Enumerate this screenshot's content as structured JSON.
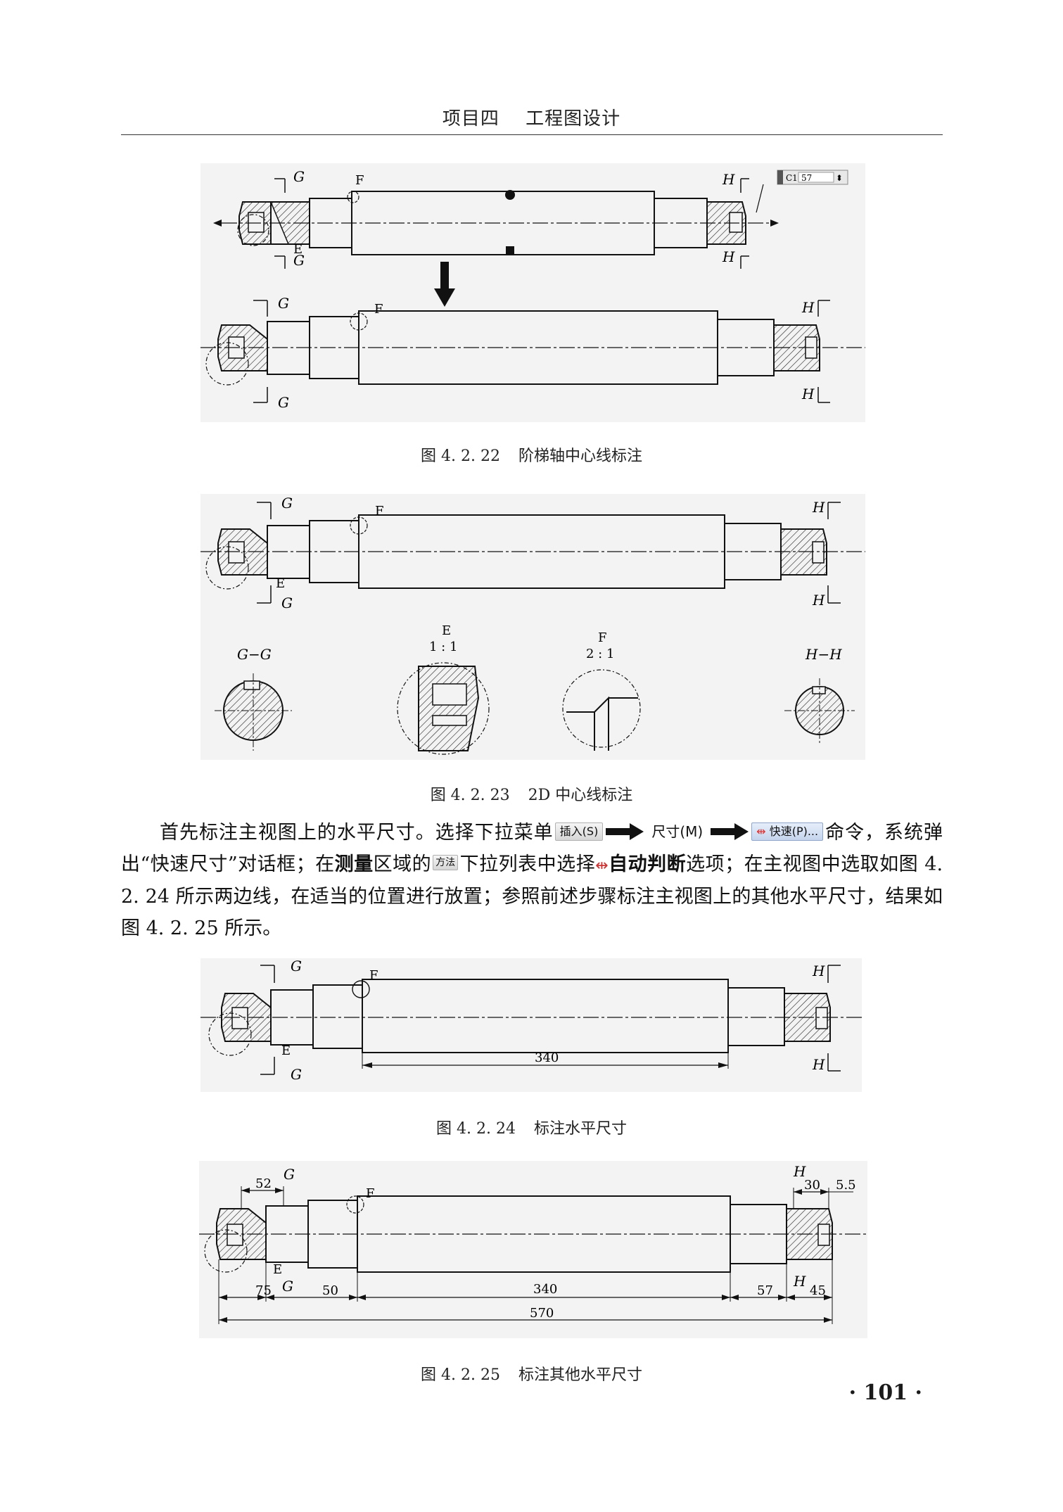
{
  "header": {
    "part1": "项目四",
    "part2": "工程图设计"
  },
  "figures": {
    "fig22": {
      "number": "图 4. 2. 22",
      "title": "阶梯轴中心线标注"
    },
    "fig23": {
      "number": "图 4. 2. 23",
      "title": "2D 中心线标注"
    },
    "fig24": {
      "number": "图 4. 2. 24",
      "title": "标注水平尺寸"
    },
    "fig25": {
      "number": "图 4. 2. 25",
      "title": "标注其他水平尺寸"
    }
  },
  "labels": {
    "G": "G",
    "H": "H",
    "E": "E",
    "F": "F",
    "section_gg": "G−G",
    "section_hh": "H−H",
    "scale_e": "1 : 1",
    "scale_f": "2 : 1",
    "spin_label": "C1",
    "spin_value": "57"
  },
  "dimensions": {
    "d340": "340",
    "d52": "52",
    "d30": "30",
    "d5_5": "5.5",
    "d75": "75",
    "d50": "50",
    "d57": "57",
    "d45": "45",
    "d570": "570"
  },
  "paragraph": {
    "t1": "首先标注主视图上的水平尺寸。选择下拉菜单",
    "menu_insert": "插入(S)",
    "menu_dim": "尺寸(M)",
    "menu_quick": "快速(P)...",
    "t2": "命令，系统弹出“快速尺寸”对话框；在",
    "measure": "测量",
    "t3": "区域的",
    "method": "方法",
    "t4": "下拉列表中选择",
    "auto": "自动判断",
    "t5": "选项；在主视图中选取如图 4. 2. 24 所示两边线，在适当的位置进行放置；参照前述步骤标注主视图上的其他水平尺寸，结果如图 4. 2. 25 所示。"
  },
  "page_number": "· 101 ·"
}
